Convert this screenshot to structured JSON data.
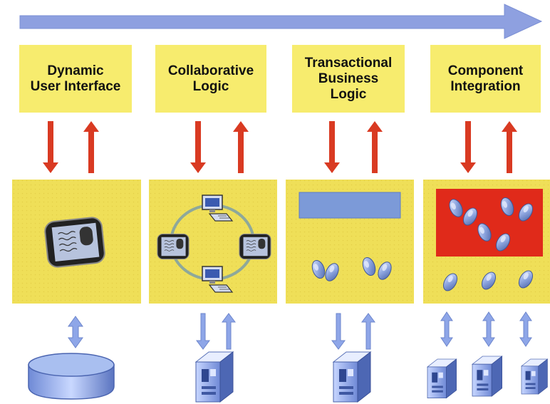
{
  "colors": {
    "top_arrow": "#8ea0e0",
    "box_fill": "#f7ec6e",
    "panel_fill": "#efdf58",
    "red_arrow": "#d93a22",
    "blue_arrow": "#8ea6e8",
    "panel_red": "#e02a1a",
    "panel_blue_bar": "#7c9ad8"
  },
  "tiers": [
    {
      "label": "Dynamic\nUser Interface",
      "panel_icon": "ui-window-icon",
      "bottom_icon": "database-icon"
    },
    {
      "label": "Collaborative\nLogic",
      "panel_icon": "network-ring-icon",
      "bottom_icon": "server-icon"
    },
    {
      "label": "Transactional\nBusiness\nLogic",
      "panel_icon": "beans-icon",
      "bottom_icon": "server-icon"
    },
    {
      "label": "Component\nIntegration",
      "panel_icon": "component-beans-icon",
      "bottom_icon": "server-group-icon"
    }
  ]
}
